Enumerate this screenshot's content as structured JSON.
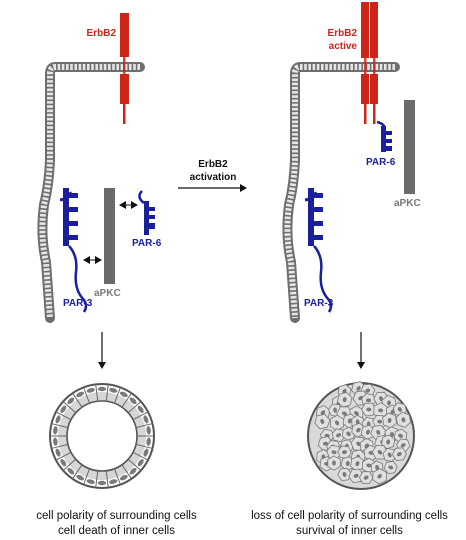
{
  "colors": {
    "erbb2": "#cc2618",
    "par": "#1a1f9e",
    "apkc": "#6b6b6b",
    "membrane": "#777777",
    "arrow": "#111111",
    "cell_fill": "#d8d8d8",
    "nucleus": "#808080"
  },
  "left_panel": {
    "erbb2_label": "ErbB2",
    "par3_label": "PAR-3",
    "par6_label": "PAR-6",
    "apkc_label": "aPKC",
    "caption_line1": "cell polarity of surrounding cells",
    "caption_line2": "cell death of inner cells"
  },
  "middle": {
    "activation_label_line1": "ErbB2",
    "activation_label_line2": "activation"
  },
  "right_panel": {
    "erbb2_label_line1": "ErbB2",
    "erbb2_label_line2": "active",
    "par3_label": "PAR-3",
    "par6_label": "PAR-6",
    "apkc_label": "aPKC",
    "caption_line1": "loss of cell polarity of surrounding cells",
    "caption_line2": "survival of inner cells"
  }
}
